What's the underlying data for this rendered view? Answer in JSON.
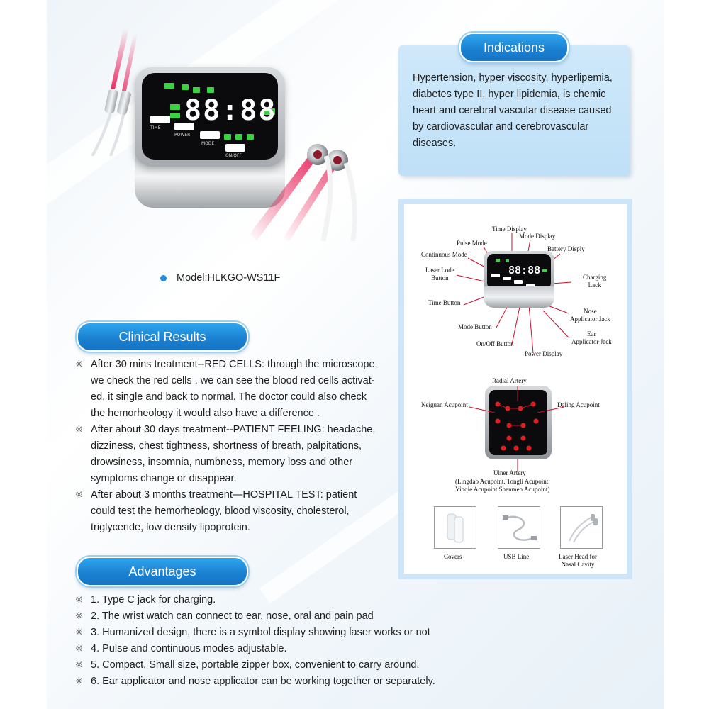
{
  "model": {
    "label": "Model:HLKGO-WS11F"
  },
  "device": {
    "display": "88:88",
    "buttons": [
      "TIME",
      "POWER",
      "MODE",
      "ON/OFF"
    ]
  },
  "indications": {
    "title": "Indications",
    "text_lines": [
      "Hypertension, hyper viscosity, hyperlipemia,",
      "diabetes type II, hyper lipidemia, is chemic",
      "heart  and cerebral vascular disease caused",
      "by cardiovascular and  cerebrovascular",
      "diseases."
    ]
  },
  "clinical": {
    "title": "Clinical Results",
    "items": [
      {
        "mark": "※",
        "lines": [
          "After 30 mins treatment--RED CELLS: through the microscope,",
          "we check the red cells . we can see the blood red cells activat-",
          "ed, it single and back to normal. The doctor could also check",
          "the hemorheology it would also have a difference ."
        ]
      },
      {
        "mark": "※",
        "lines": [
          "After about 30 days treatment--PATIENT FEELING: headache,",
          "dizziness, chest tightness, shortness of breath, palpitations,",
          "drowsiness, insomnia, numbness, memory loss and other",
          "symptoms change or disappear."
        ]
      },
      {
        "mark": "※",
        "lines": [
          "After about 3 months treatment—HOSPITAL TEST: patient",
          "could test the hemorheology, blood viscosity, cholesterol,",
          "triglyceride, low density lipoprotein."
        ]
      }
    ]
  },
  "advantages": {
    "title": "Advantages",
    "items": [
      {
        "mark": "※",
        "text": "1. Type C jack for charging."
      },
      {
        "mark": "※",
        "text": "2. The wrist watch can connect to ear, nose, oral and pain pad"
      },
      {
        "mark": "※",
        "text": "3. Humanized design, there is a symbol display showing laser works or not"
      },
      {
        "mark": "※",
        "text": "4. Pulse and continuous modes adjustable."
      },
      {
        "mark": "※",
        "text": "5. Compact, Small size, portable zipper box, convenient to carry around."
      },
      {
        "mark": "※",
        "text": "6.  Ear applicator and nose applicator can be working together or separately."
      }
    ]
  },
  "diagram": {
    "device_labels": {
      "time_display": "Time Display",
      "mode_display": "Mode Display",
      "pulse_mode": "Pulse Mode",
      "battery_display": "Battery Disply",
      "continuous_mode": "Continuous Mode",
      "laser_lode_button": "Laser Lode\nButton",
      "charging_lack": "Charging\nLack",
      "time_button": "Time Button",
      "nose_jack": "Nose\nApplicator Jack",
      "mode_button": "Mode Button",
      "ear_jack": "Ear\nApplicator Jack",
      "onoff_button": "On/Off Button",
      "power_display": "Power Display"
    },
    "acupoint_labels": {
      "radial_artery": "Radial Artery",
      "neiguan": "Neiguan Acupoint",
      "daling": "Daling Acupoint",
      "ulner_artery": "Ulner Artery",
      "others": "(Lingdao Acupoint. Tongli Acupoint.\nYinqie Acupoint.Shenmen Acupoint)"
    },
    "accessories": [
      {
        "label": "Covers"
      },
      {
        "label": "USB Line"
      },
      {
        "label": "Laser Head for\nNasal Cavity"
      }
    ]
  },
  "colors": {
    "pill_blue": "#1a7fd0",
    "panel_blue": "#c7e3f8",
    "laser_red": "#e8245a",
    "led_green": "#39d33f",
    "acupoint_red": "#e02020"
  }
}
